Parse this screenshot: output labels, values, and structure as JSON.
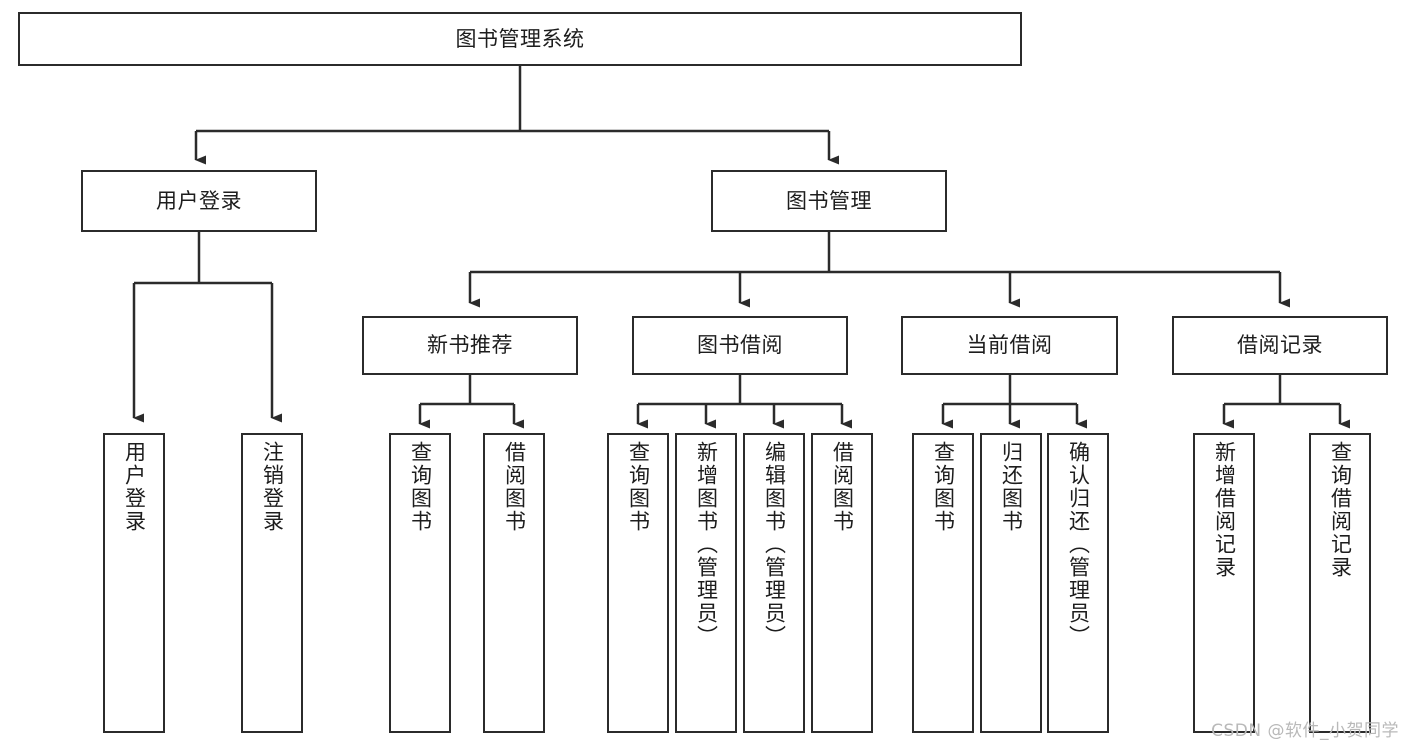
{
  "diagram": {
    "title": "图书管理系统",
    "type": "tree-hierarchy-diagram",
    "orientation": "top-down",
    "colors": {
      "box_border": "#2b2b2b",
      "box_fill": "#ffffff",
      "connector": "#2b2b2b",
      "text": "#1d1d1d",
      "watermark": "#b9b9b9",
      "background": "#ffffff"
    },
    "watermark": "CSDN @软件_小贺同学"
  },
  "nodes": {
    "root": {
      "label": "图书管理系统"
    },
    "level2": [
      {
        "label": "用户登录"
      },
      {
        "label": "图书管理"
      }
    ],
    "level3": [
      {
        "label": "新书推荐"
      },
      {
        "label": "图书借阅"
      },
      {
        "label": "当前借阅"
      },
      {
        "label": "借阅记录"
      }
    ],
    "leaves": {
      "user_login": [
        {
          "label": "用户登录"
        },
        {
          "label": "注销登录"
        }
      ],
      "new_book_recommend": [
        {
          "label": "查询图书"
        },
        {
          "label": "借阅图书"
        }
      ],
      "book_borrow": [
        {
          "label": "查询图书"
        },
        {
          "label": "新增图书（管理员）"
        },
        {
          "label": "编辑图书（管理员）"
        },
        {
          "label": "借阅图书"
        }
      ],
      "current_borrow": [
        {
          "label": "查询图书"
        },
        {
          "label": "归还图书"
        },
        {
          "label": "确认归还（管理员）"
        }
      ],
      "borrow_record": [
        {
          "label": "新增借阅记录"
        },
        {
          "label": "查询借阅记录"
        }
      ]
    }
  }
}
